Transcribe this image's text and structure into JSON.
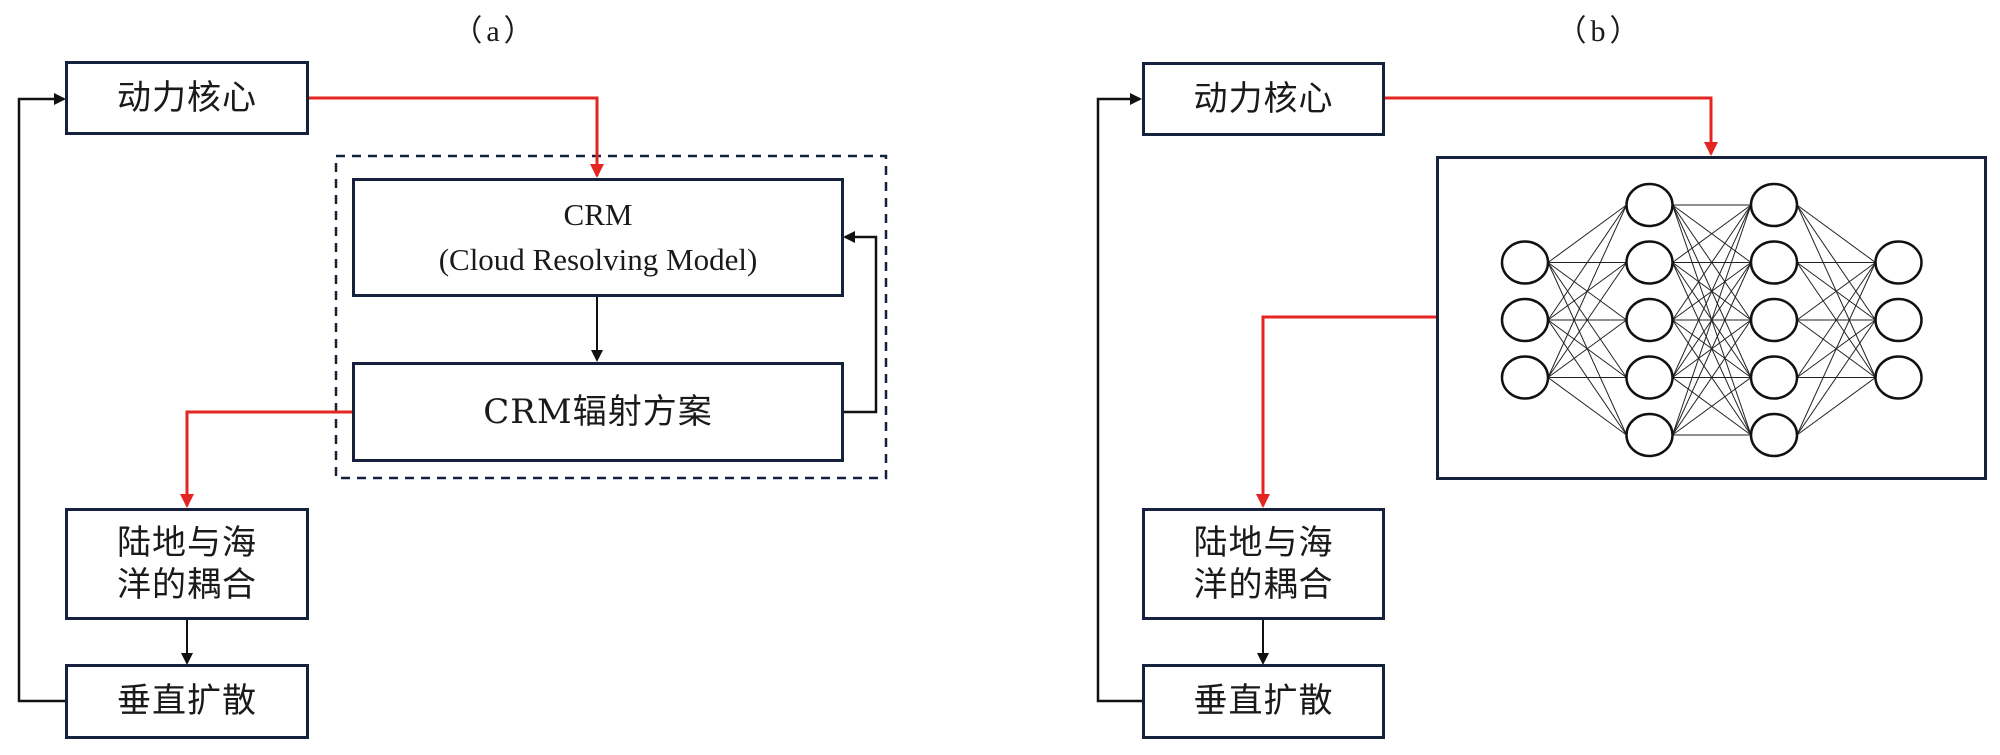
{
  "panels": {
    "a": {
      "label": "（a）",
      "dynamical_core": "动力核心",
      "crm_title": "CRM",
      "crm_subtitle": "(Cloud Resolving Model)",
      "crm_radiation": "CRM辐射方案",
      "land_ocean_line1": "陆地与海",
      "land_ocean_line2": "洋的耦合",
      "vertical_diffusion": "垂直扩散"
    },
    "b": {
      "label": "（b）",
      "dynamical_core": "动力核心",
      "neural_network": {
        "layers": [
          3,
          5,
          5,
          3
        ]
      },
      "land_ocean_line1": "陆地与海",
      "land_ocean_line2": "洋的耦合",
      "vertical_diffusion": "垂直扩散"
    }
  },
  "colors": {
    "box_border": "#16213e",
    "data_flow": "#e52521",
    "control_flow": "#111111"
  }
}
